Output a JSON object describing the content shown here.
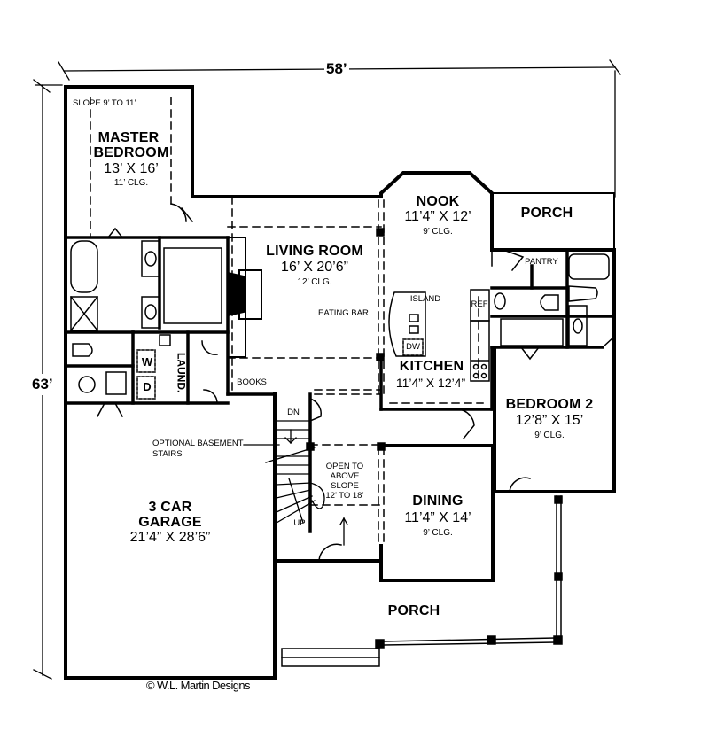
{
  "plan": {
    "overall_width": "58’",
    "overall_depth": "63’",
    "credit": "© W.L. Martin Designs"
  },
  "rooms": {
    "master_bedroom": {
      "name_line1": "MASTER",
      "name_line2": "BEDROOM",
      "size": "13’ X 16’",
      "ceiling": "11’ CLG.",
      "note": "SLOPE 9’ TO 11’"
    },
    "living_room": {
      "name": "LIVING ROOM",
      "size": "16’ X 20’6”",
      "ceiling": "12’ CLG."
    },
    "nook": {
      "name": "NOOK",
      "size": "11’4” X 12’",
      "ceiling": "9’ CLG."
    },
    "porch_rear": {
      "name": "PORCH"
    },
    "kitchen": {
      "name": "KITCHEN",
      "size": "11’4” X 12’4”"
    },
    "bedroom_2": {
      "name": "BEDROOM 2",
      "size": "12’8” X 15’",
      "ceiling": "9’ CLG."
    },
    "dining": {
      "name": "DINING",
      "size": "11’4” X 14’",
      "ceiling": "9’ CLG."
    },
    "garage": {
      "name_line1": "3 CAR",
      "name_line2": "GARAGE",
      "size": "21’4” X 28’6”"
    },
    "porch_front": {
      "name": "PORCH"
    }
  },
  "labels": {
    "pantry": "PANTRY",
    "island": "ISLAND",
    "dw": "DW",
    "ref": "REF",
    "eating_bar": "EATING BAR",
    "books": "BOOKS",
    "laundry": "LAUND.",
    "washer": "W",
    "dryer": "D",
    "dn": "DN",
    "up": "UP",
    "basement_line1": "OPTIONAL BASEMENT",
    "basement_line2": "STAIRS",
    "open_line1": "OPEN TO",
    "open_line2": "ABOVE",
    "open_line3": "SLOPE",
    "open_line4": "12’ TO 18’"
  },
  "colors": {
    "ink": "#000000",
    "paper": "#ffffff"
  }
}
